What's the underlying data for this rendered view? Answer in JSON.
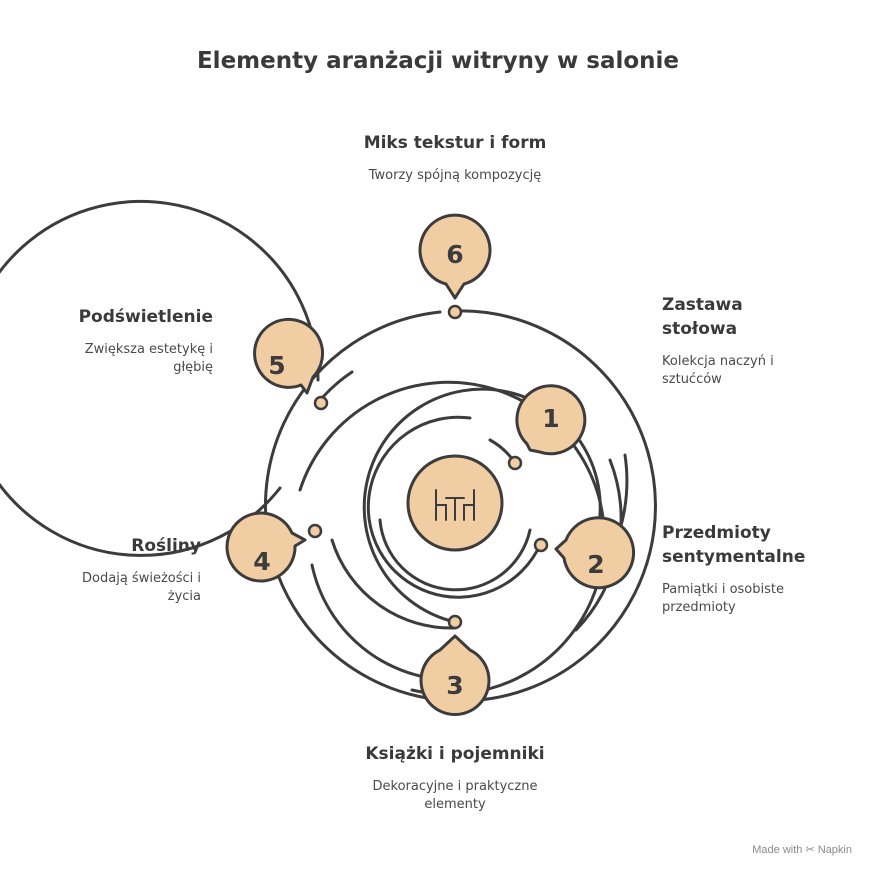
{
  "title": "Elementy aranżacji witryny w salonie",
  "colors": {
    "badge_fill": "#f1cda3",
    "stroke": "#3c3c3c"
  },
  "center_icon": "table-chairs-icon",
  "items": [
    {
      "number": "1",
      "heading_lines": [
        "Zastawa",
        "stołowa"
      ],
      "desc_lines": [
        "Kolekcja naczyń i",
        "sztućców"
      ]
    },
    {
      "number": "2",
      "heading_lines": [
        "Przedmioty",
        "sentymentalne"
      ],
      "desc_lines": [
        "Pamiątki i osobiste",
        "przedmioty"
      ]
    },
    {
      "number": "3",
      "heading_lines": [
        "Książki i pojemniki"
      ],
      "desc_lines": [
        "Dekoracyjne i praktyczne",
        "elementy"
      ]
    },
    {
      "number": "4",
      "heading_lines": [
        "Rośliny"
      ],
      "desc_lines": [
        "Dodają świeżości i",
        "życia"
      ]
    },
    {
      "number": "5",
      "heading_lines": [
        "Podświetlenie"
      ],
      "desc_lines": [
        "Zwiększa estetykę i",
        "głębię"
      ]
    },
    {
      "number": "6",
      "heading_lines": [
        "Miks tekstur i form"
      ],
      "desc_lines": [
        "Tworzy spójną kompozycję"
      ]
    }
  ],
  "watermark": {
    "prefix": "Made with",
    "brand": "Napkin"
  }
}
